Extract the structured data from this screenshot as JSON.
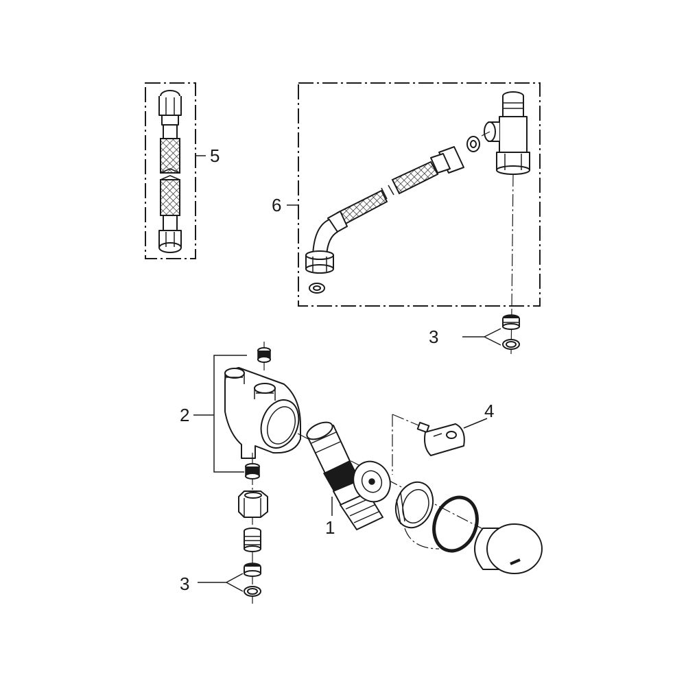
{
  "callouts": {
    "cartridge": "1",
    "valve_body": "2",
    "check_valve_upper": "3",
    "check_valve_lower": "3",
    "key": "4",
    "hose": "5",
    "hose_kit": "6"
  }
}
